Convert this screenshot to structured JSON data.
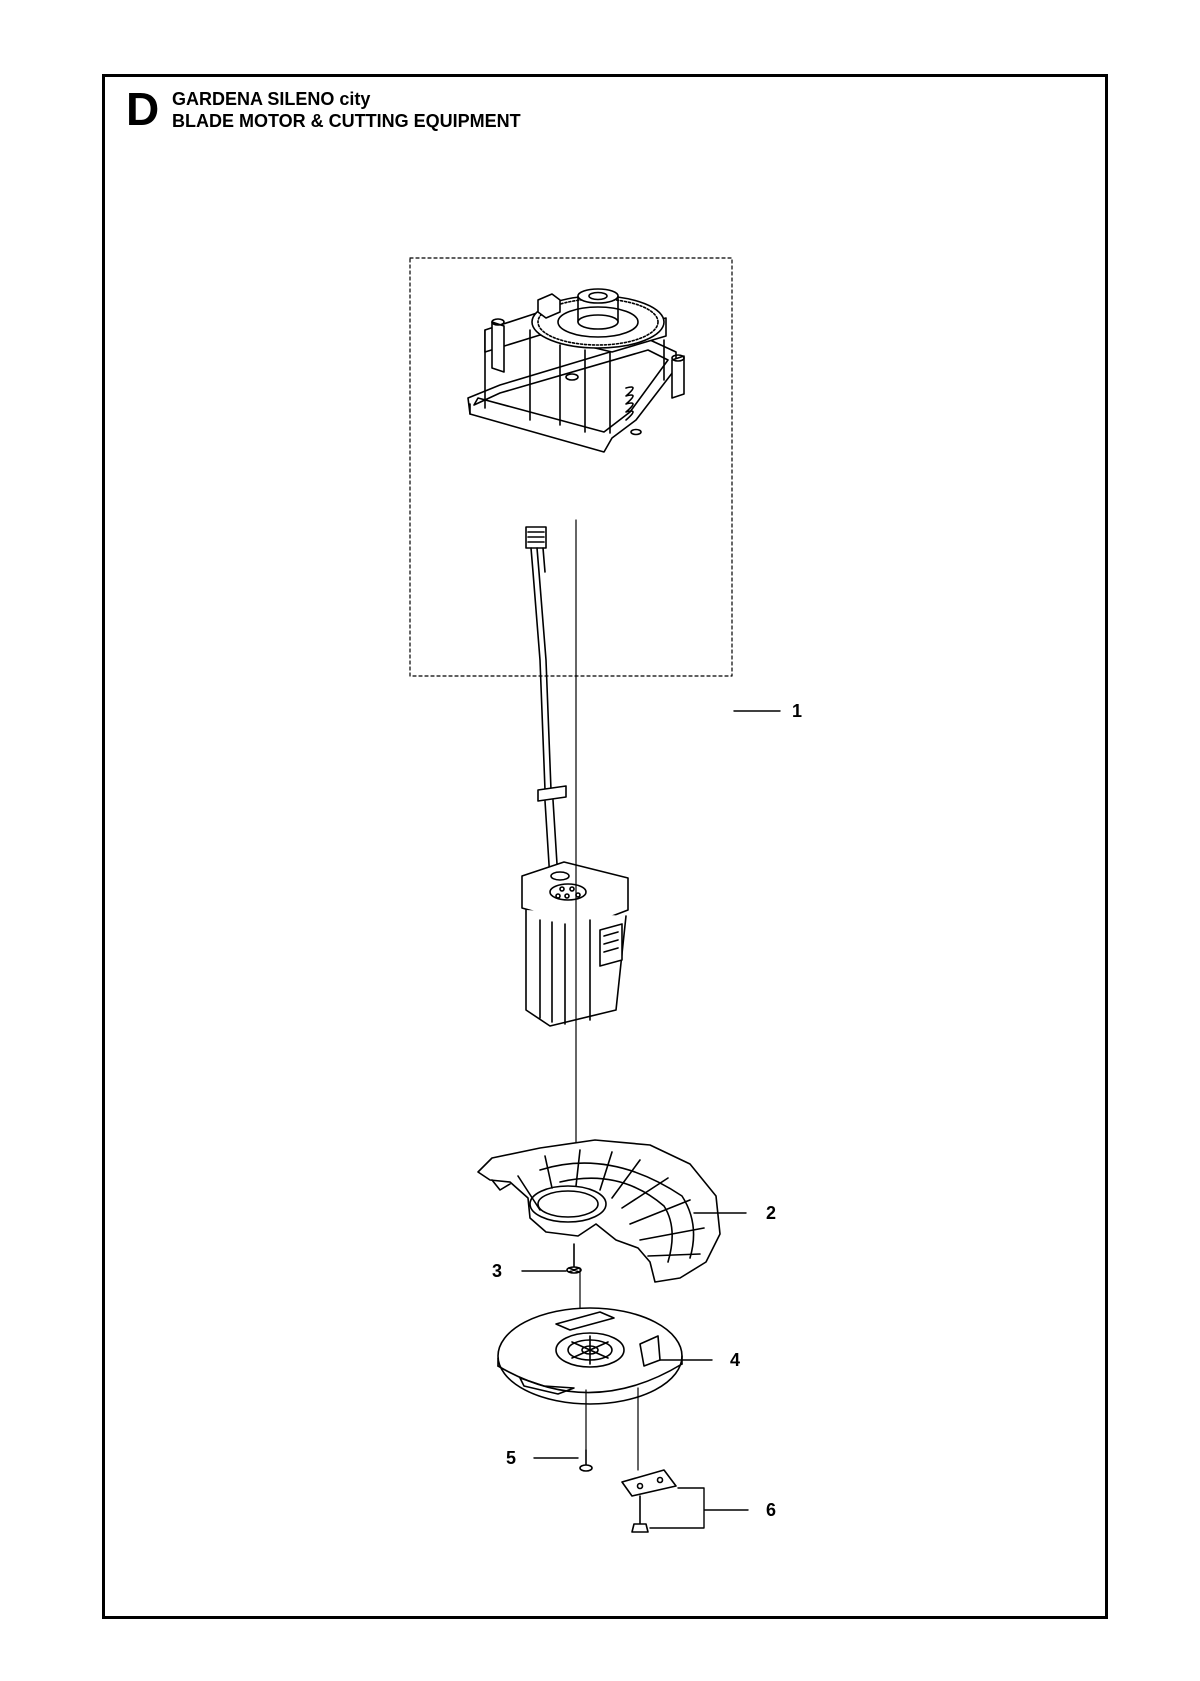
{
  "header": {
    "section_letter": "D",
    "model": "GARDENA SILENO city",
    "assembly": "BLADE MOTOR & CUTTING EQUIPMENT"
  },
  "callouts": [
    "1",
    "2",
    "3",
    "4",
    "5",
    "6"
  ],
  "parts": [
    {
      "ref": "1",
      "icon": "blade-motor-assembly-icon"
    },
    {
      "ref": "2",
      "icon": "blade-guard-icon"
    },
    {
      "ref": "3",
      "icon": "screw-icon"
    },
    {
      "ref": "4",
      "icon": "blade-disc-icon"
    },
    {
      "ref": "5",
      "icon": "screw-icon"
    },
    {
      "ref": "6",
      "icon": "blade-and-screw-icon"
    }
  ]
}
